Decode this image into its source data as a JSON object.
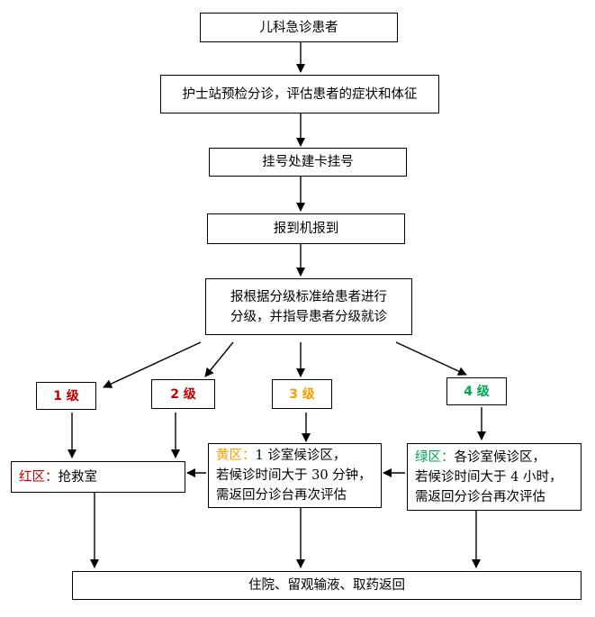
{
  "colors": {
    "red": "#c00000",
    "yellow": "#f5a000",
    "green": "#00a651",
    "border": "#000000"
  },
  "nodes": {
    "start": "儿科急诊患者",
    "triage": "护士站预检分诊，评估患者的症状和体征",
    "register": "挂号处建卡挂号",
    "checkin": "报到机报到",
    "classify_line1": "报根据分级标准给患者进行",
    "classify_line2": "分级，并指导患者分级就诊",
    "end": "住院、留观输液、取药返回"
  },
  "levels": {
    "l1": "1 级",
    "l2": "2 级",
    "l3": "3 级",
    "l4": "4 级"
  },
  "zones": {
    "red": {
      "label": "红区：",
      "text": "抢救室"
    },
    "yellow": {
      "label": "黄区：",
      "line1": "1 诊室候诊区，",
      "line2": "若候诊时间大于 30 分钟，",
      "line3": "需返回分诊台再次评估"
    },
    "green": {
      "label": "绿区：",
      "line1": "各诊室候诊区，",
      "line2": "若候诊时间大于 4 小时，",
      "line3": "需返回分诊台再次评估"
    }
  }
}
